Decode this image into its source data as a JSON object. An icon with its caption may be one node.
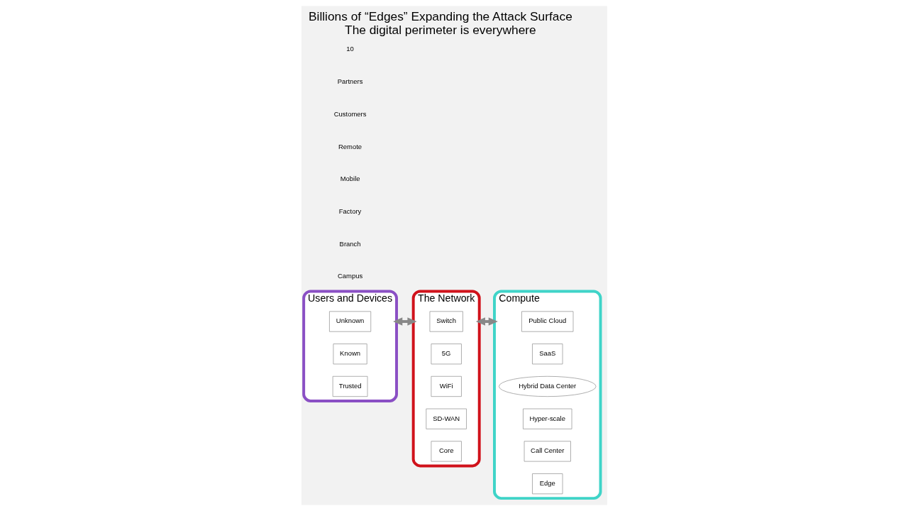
{
  "diagram": {
    "title": "Billions of “Edges” Expanding the Attack Surface",
    "caption": "The digital perimeter is everywhere",
    "nodes": [
      {
        "text": [
          "Users and Devices"
        ]
      },
      {
        "text": [
          "Unknown"
        ],
        "in": 0
      },
      {
        "text": [
          "Known"
        ],
        "in": 0
      },
      {
        "text": [
          "Trusted"
        ],
        "in": 0
      },
      {
        "text": [
          "The Network"
        ]
      },
      {
        "text": [
          "Switch"
        ],
        "in": 4
      },
      {
        "text": [
          "5G"
        ],
        "in": 4
      },
      {
        "text": [
          "WiFi"
        ],
        "in": 4
      },
      {
        "text": [
          "SD-WAN"
        ],
        "in": 4
      },
      {
        "text": [
          "Core"
        ],
        "in": 4
      },
      {
        "text": [
          "Compute"
        ]
      },
      {
        "text": [
          "Public Cloud"
        ],
        "in": 10
      },
      {
        "text": [
          "SaaS"
        ],
        "in": 10
      },
      {
        "text": [
          "Hybrid Data Center"
        ],
        "in": 10
      },
      {
        "text": [
          "Hyper-scale"
        ],
        "in": 10
      },
      {
        "text": [
          "Call Center"
        ],
        "in": 10
      },
      {
        "text": [
          "Edge"
        ],
        "in": 10
      }
    ],
    "edges": [
      {
        "from": 0,
        "to": 4,
        "arrow": "both"
      },
      {
        "from": 4,
        "to": 10,
        "arrow": "both"
      }
    ],
    "labels": [
      "Campus",
      "Branch",
      "Factory",
      "Mobile",
      "Remote",
      "Customers",
      "Partners",
      "10"
    ]
  }
}
